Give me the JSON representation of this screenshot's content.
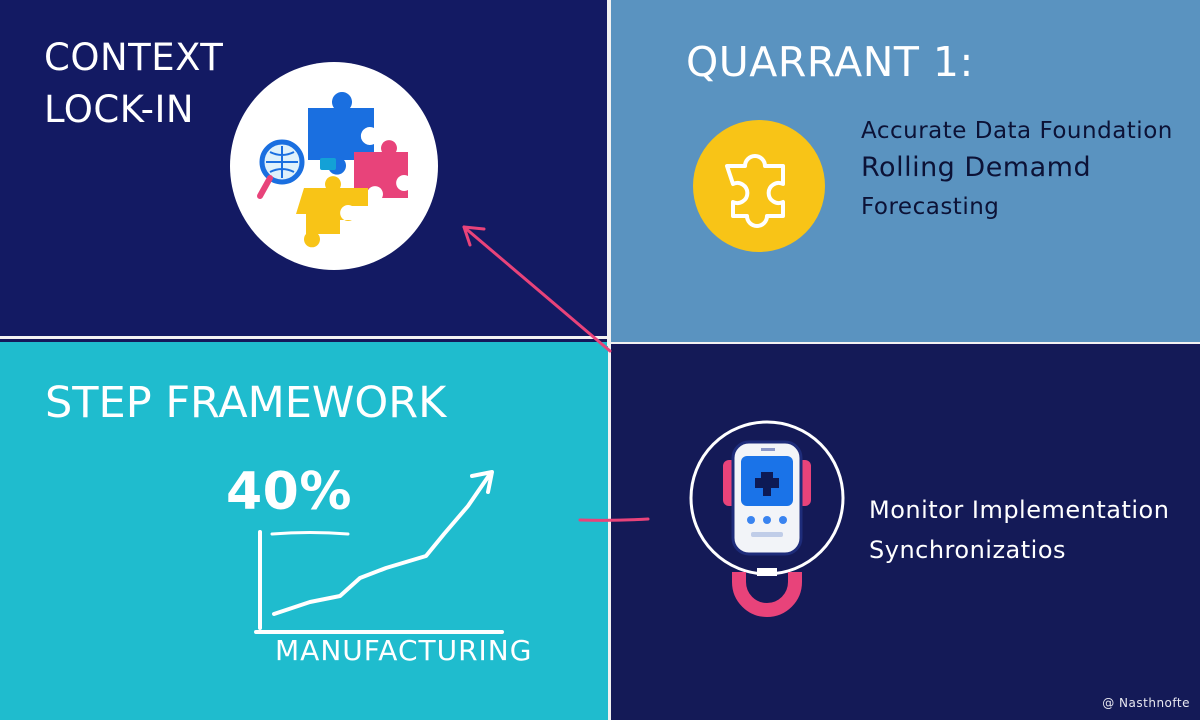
{
  "quadrants": {
    "top_left": {
      "title_line1": "CONTEXT",
      "title_line2": "LOCK-IN",
      "icon": "puzzle-globe-icon"
    },
    "top_right": {
      "title": "QUARRANT 1:",
      "line1": "Accurate Data Foundation",
      "line2": "Rolling  Demamd",
      "line3": "Forecasting",
      "icon": "puzzle-piece-icon"
    },
    "bottom_left": {
      "title": "STEP FRAMEWORK",
      "stat": "40%",
      "label": "MANUFACTURING",
      "icon": "growth-chart-icon"
    },
    "bottom_right": {
      "line1": "Monitor Implementation",
      "line2": "Synchronizatios",
      "icon": "device-magnet-icon"
    }
  },
  "footer": {
    "credit": "@ Nasthnofte"
  },
  "colors": {
    "dark_navy": "#131a63",
    "steel_blue": "#5a93c0",
    "cyan": "#1fbcce",
    "navy_bottom": "#141a57",
    "accent_pink": "#e8437a",
    "accent_yellow": "#f8c417",
    "accent_blue": "#1a73e8"
  }
}
